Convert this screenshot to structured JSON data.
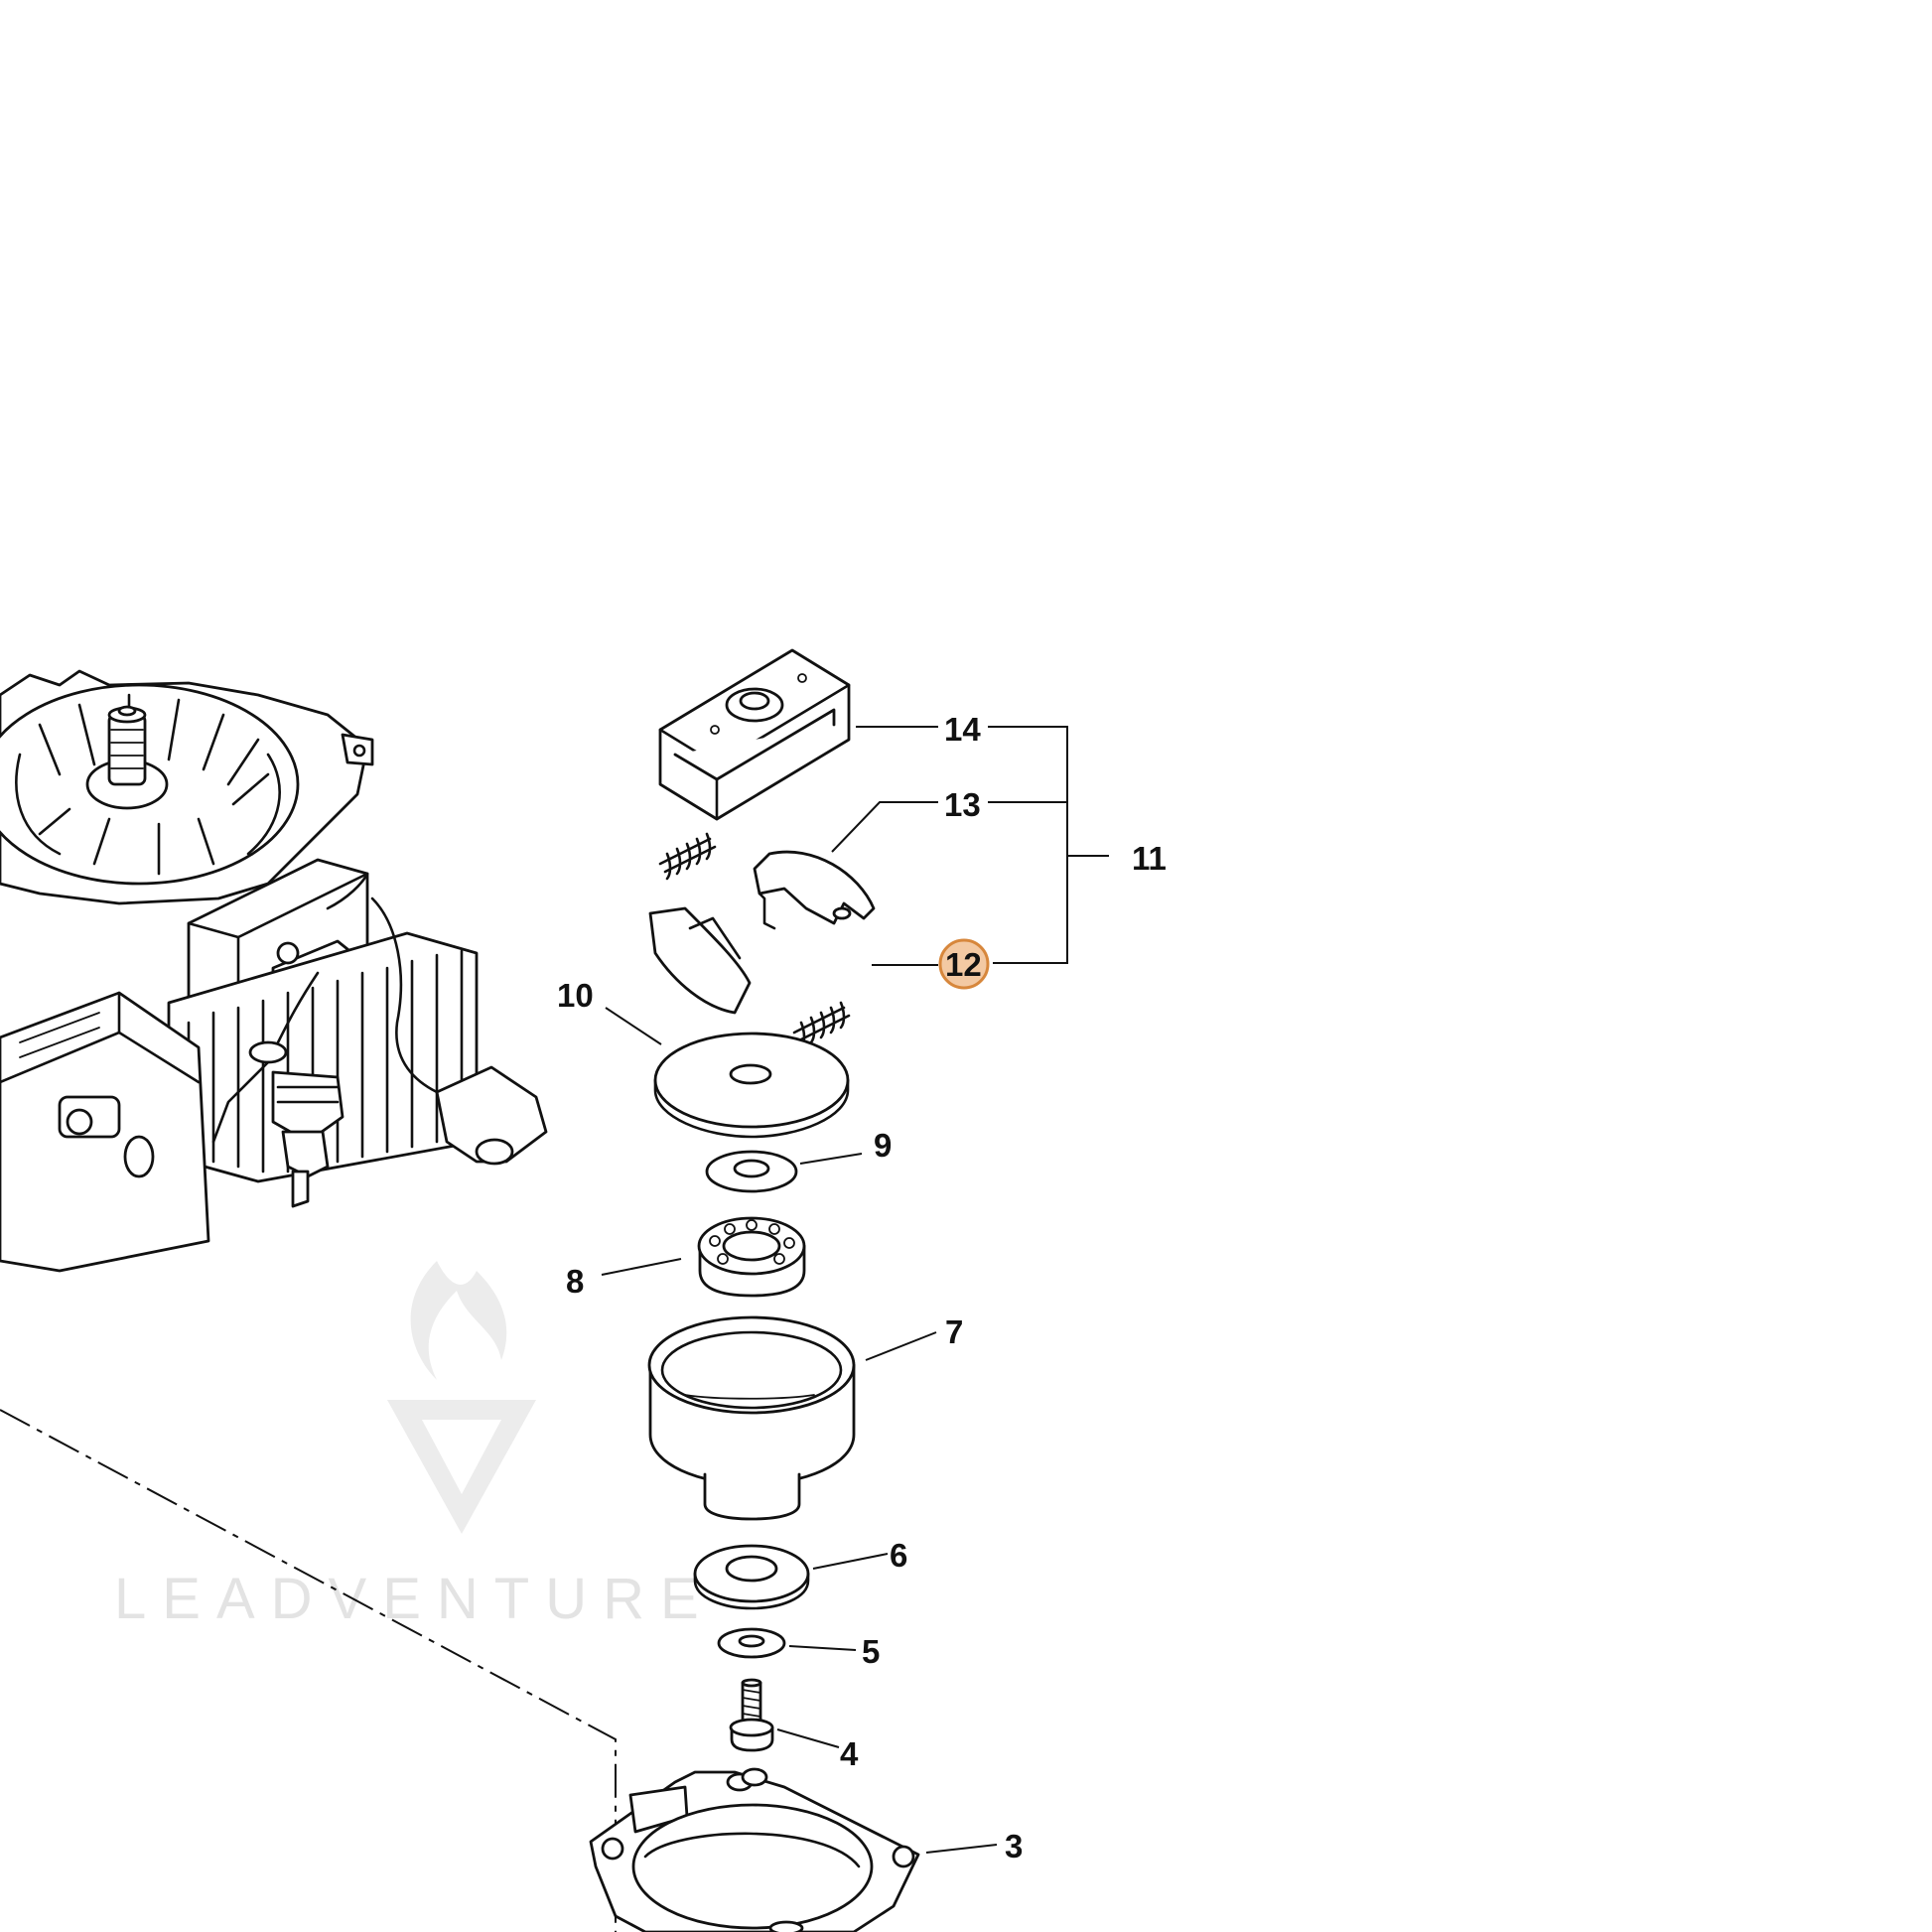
{
  "watermark": {
    "text": "LEADVENTURE",
    "color": "#e3e3e3"
  },
  "highlight": {
    "part": "12",
    "fill": "#f3c9a3",
    "stroke": "#d7873c"
  },
  "callouts": {
    "c14": "14",
    "c13": "13",
    "c12": "12",
    "c11": "11",
    "c10": "10",
    "c9": "9",
    "c8": "8",
    "c7": "7",
    "c6": "6",
    "c5": "5",
    "c4": "4",
    "c3": "3"
  }
}
